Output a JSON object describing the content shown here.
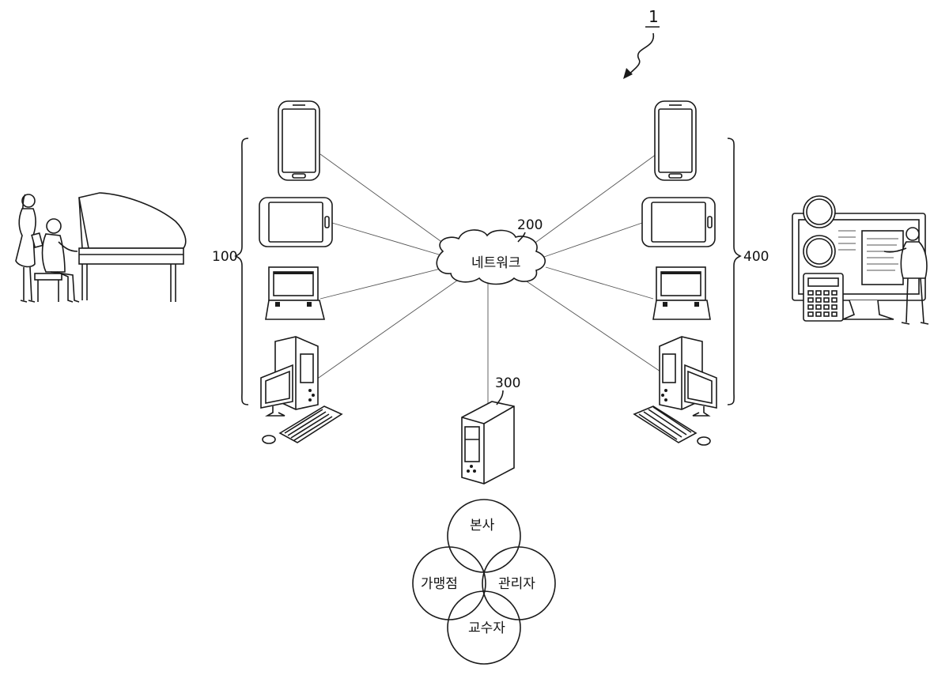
{
  "figure": {
    "ref_main": "1",
    "ref_user_group": "100",
    "ref_network": "200",
    "ref_server": "300",
    "ref_admin_group": "400",
    "network_label": "네트워크",
    "venn": {
      "top": "본사",
      "left": "가맹점",
      "right": "관리자",
      "bottom": "교수자"
    }
  },
  "icons": {
    "user_side": [
      "smartphone-icon",
      "tablet-icon",
      "laptop-icon",
      "desktop-computer-icon"
    ],
    "admin_side": [
      "smartphone-icon",
      "tablet-icon",
      "laptop-icon",
      "desktop-computer-icon"
    ],
    "left_scene": "piano-lesson-illustration",
    "right_scene": "office-worker-illustration",
    "server": "server-tower-icon"
  }
}
